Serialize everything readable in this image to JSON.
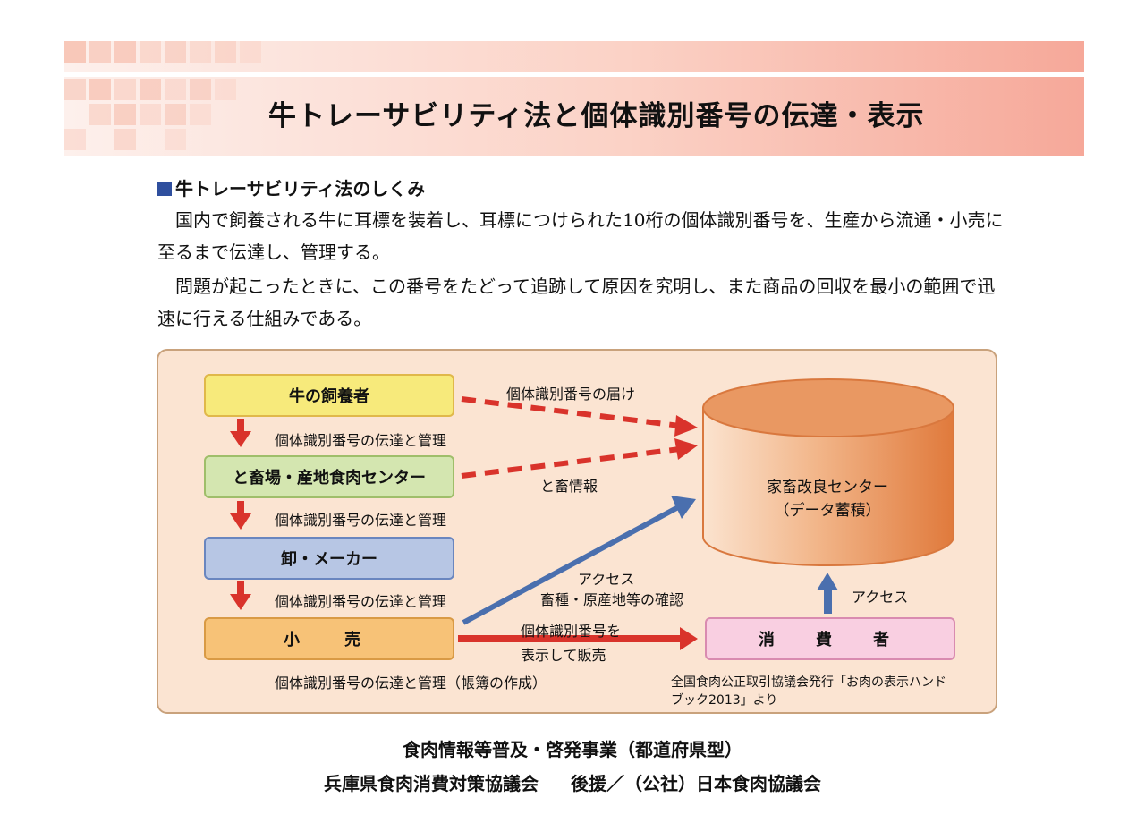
{
  "title": "牛トレーサビリティ法と個体識別番号の伝達・表示",
  "section_heading": "牛トレーサビリティ法のしくみ",
  "paragraph1": "国内で飼養される牛に耳標を装着し、耳標につけられた10桁の個体識別番号を、生産から流通・小売に至るまで伝達し、管理する。",
  "paragraph2": "問題が起こったときに、この番号をたどって追跡して原因を究明し、また商品の回収を最小の範囲で迅速に行える仕組みである。",
  "diagram": {
    "nodes": {
      "farmer": "牛の飼養者",
      "slaughterhouse": "と畜場・産地食肉センター",
      "wholesale": "卸・メーカー",
      "retail": "小　売",
      "consumer": "消　費　者",
      "center_line1": "家畜改良センター",
      "center_line2": "（データ蓄積）"
    },
    "labels": {
      "transfer1": "個体識別番号の伝達と管理",
      "transfer2": "個体識別番号の伝達と管理",
      "transfer3": "個体識別番号の伝達と管理",
      "transfer4": "個体識別番号の伝達と管理（帳簿の作成）",
      "id_report": "個体識別番号の届け",
      "slaughter_info": "と畜情報",
      "access_retail_1": "アクセス",
      "access_retail_2": "畜種・原産地等の確認",
      "display_sale_1": "個体識別番号を",
      "display_sale_2": "表示して販売",
      "access_consumer": "アクセス"
    },
    "source_note_1": "全国食肉公正取引協議会発行「お肉の表示ハンド",
    "source_note_2": "ブック2013」より",
    "colors": {
      "red_arrow": "#d9332b",
      "blue_arrow": "#4a6fae",
      "cylinder": "#e88a52"
    }
  },
  "footer": {
    "line1": "食肉情報等普及・啓発事業（都道府県型）",
    "line2_left": "兵庫県食肉消費対策協議会",
    "line2_right": "後援／（公社）日本食肉協議会"
  }
}
